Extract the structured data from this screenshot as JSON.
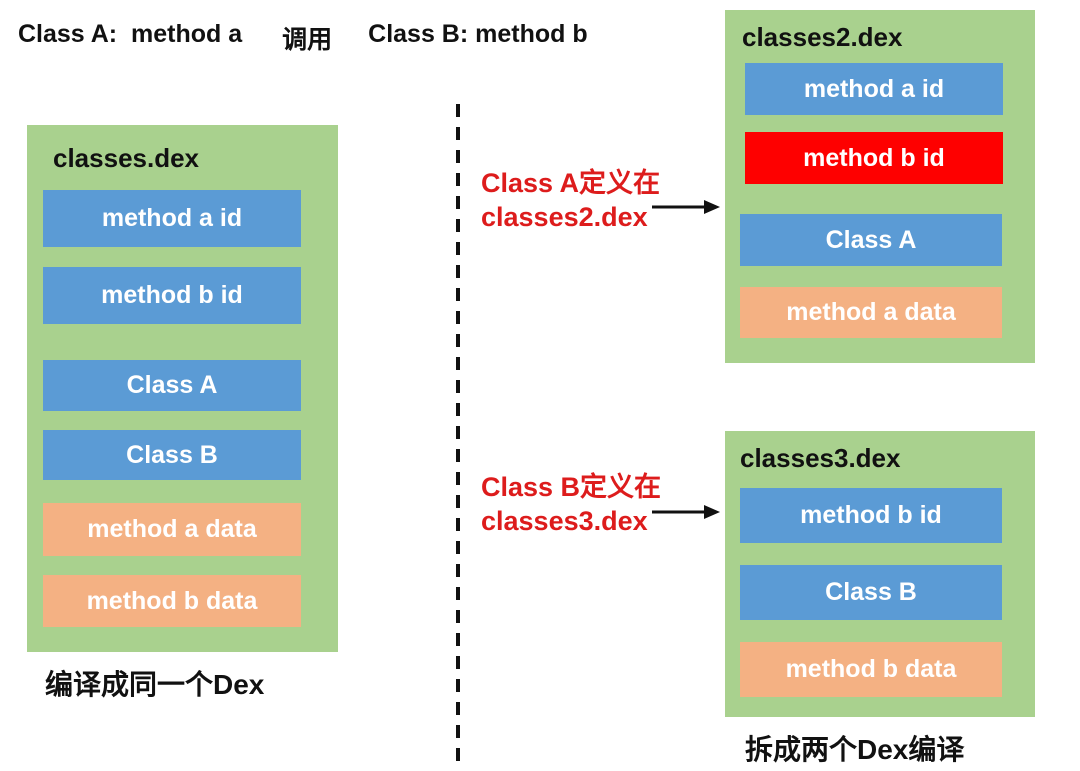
{
  "header": {
    "left": "Class A:  method a",
    "middle": "调用",
    "right": "Class B: method b"
  },
  "left_panel": {
    "title": "classes.dex",
    "caption": "编译成同一个Dex",
    "blocks": [
      {
        "label": "method a id",
        "type": "blue"
      },
      {
        "label": "method b id",
        "type": "blue"
      },
      {
        "label": "Class A",
        "type": "blue"
      },
      {
        "label": "Class B",
        "type": "blue"
      },
      {
        "label": "method a data",
        "type": "orange"
      },
      {
        "label": "method b data",
        "type": "orange"
      }
    ]
  },
  "right_top_panel": {
    "title": "classes2.dex",
    "annotation": {
      "line1": "Class A定义在",
      "line2": "classes2.dex"
    },
    "blocks": [
      {
        "label": "method a id",
        "type": "blue"
      },
      {
        "label": "method b id",
        "type": "red"
      },
      {
        "label": "Class A",
        "type": "blue"
      },
      {
        "label": "method a data",
        "type": "orange"
      }
    ]
  },
  "right_bottom_panel": {
    "title": "classes3.dex",
    "caption": "拆成两个Dex编译",
    "annotation": {
      "line1": "Class B定义在",
      "line2": "classes3.dex"
    },
    "blocks": [
      {
        "label": "method b id",
        "type": "blue"
      },
      {
        "label": "Class B",
        "type": "blue"
      },
      {
        "label": "method b data",
        "type": "orange"
      }
    ]
  },
  "colors": {
    "panel_green": "#a9d18e",
    "block_blue": "#5b9bd5",
    "block_red": "#fe0000",
    "block_orange": "#f4b183",
    "annotation_red": "#dd1c1c",
    "text_black": "#111111",
    "block_text_white": "#ffffff"
  }
}
